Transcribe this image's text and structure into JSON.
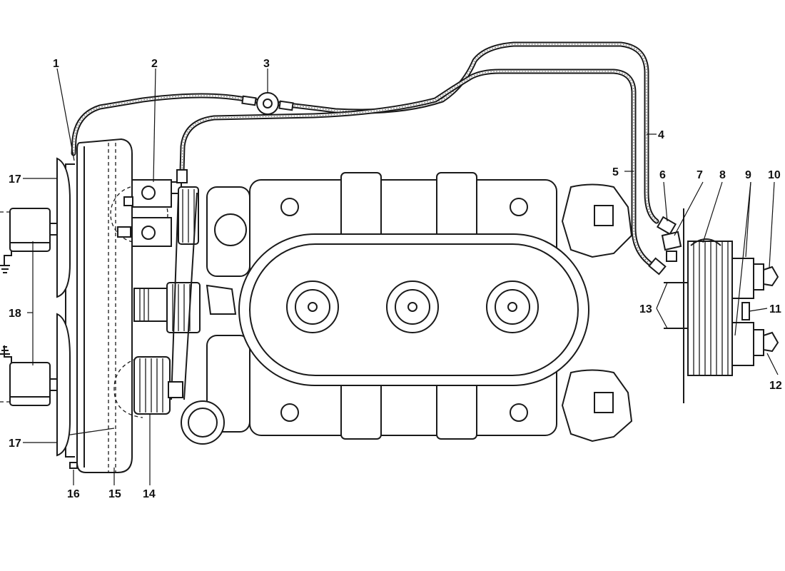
{
  "labels": {
    "l1": "1",
    "l2": "2",
    "l3": "3",
    "l4": "4",
    "l5": "5",
    "l6": "6",
    "l7": "7",
    "l8": "8",
    "l9": "9",
    "l10": "10",
    "l11": "11",
    "l12": "12",
    "l13": "13",
    "l14": "14",
    "l15": "15",
    "l16": "16",
    "l17_top": "17",
    "l17_bottom": "17",
    "l18": "18"
  }
}
